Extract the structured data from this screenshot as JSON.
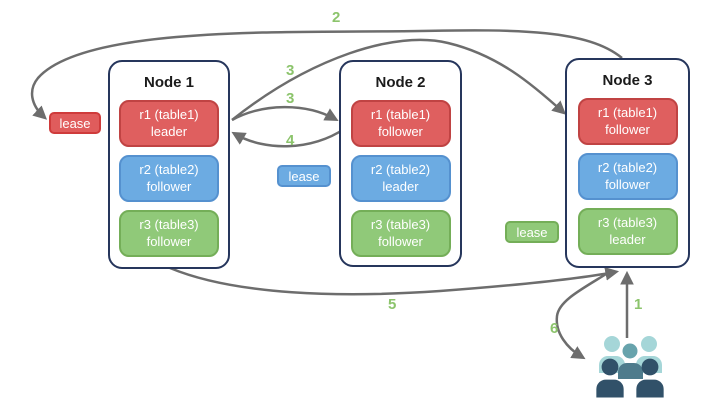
{
  "diagram": {
    "nodes": [
      {
        "title": "Node 1",
        "replicas": [
          {
            "name": "r1 (table1)",
            "role": "leader",
            "color": "#df5f5f"
          },
          {
            "name": "r2 (table2)",
            "role": "follower",
            "color": "#6cabe2"
          },
          {
            "name": "r3 (table3)",
            "role": "follower",
            "color": "#90c979"
          }
        ]
      },
      {
        "title": "Node 2",
        "replicas": [
          {
            "name": "r1 (table1)",
            "role": "follower",
            "color": "#df5f5f"
          },
          {
            "name": "r2 (table2)",
            "role": "leader",
            "color": "#6cabe2"
          },
          {
            "name": "r3 (table3)",
            "role": "follower",
            "color": "#90c979"
          }
        ]
      },
      {
        "title": "Node 3",
        "replicas": [
          {
            "name": "r1 (table1)",
            "role": "follower",
            "color": "#df5f5f"
          },
          {
            "name": "r2 (table2)",
            "role": "follower",
            "color": "#6cabe2"
          },
          {
            "name": "r3 (table3)",
            "role": "leader",
            "color": "#90c979"
          }
        ]
      }
    ],
    "leases": [
      {
        "label": "lease",
        "color": "#e05c5c"
      },
      {
        "label": "lease",
        "color": "#6cabe2"
      },
      {
        "label": "lease",
        "color": "#90c979"
      }
    ],
    "steps": {
      "s1": "1",
      "s2": "2",
      "s3a": "3",
      "s3b": "3",
      "s4": "4",
      "s5": "5",
      "s6": "6"
    },
    "icons": {
      "users": "users-group-icon"
    },
    "colors": {
      "node_border": "#26365c",
      "arrow": "#6d6d6d",
      "step_label": "#8cc46c",
      "users_light": "#a5d6d8",
      "users_medium": "#67a3ac",
      "users_medium_dark": "#4e7b8c",
      "users_dark": "#315169"
    }
  }
}
